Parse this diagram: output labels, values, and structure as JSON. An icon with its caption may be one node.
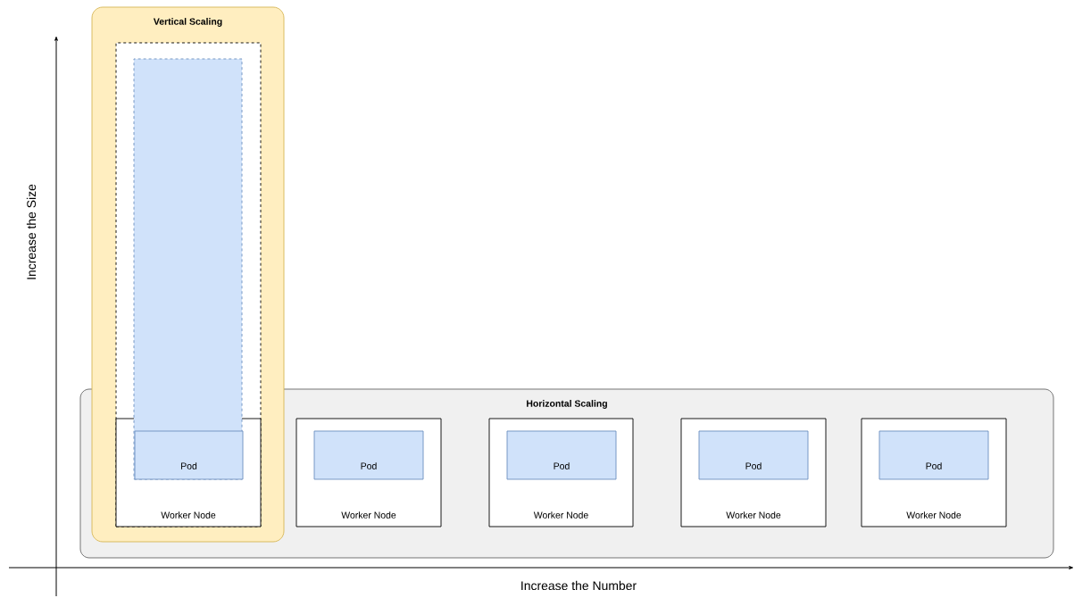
{
  "diagram": {
    "nodes": [
      {
        "text": [
          "Vertical Scaling"
        ]
      },
      {
        "text": [],
        "shape": "box",
        "in": 0
      },
      {
        "text": [],
        "shape": "box",
        "in": 1
      },
      {
        "text": [
          "Horizontal Scaling"
        ]
      },
      {
        "text": [
          "Worker Node"
        ]
      },
      {
        "text": [
          "Pod"
        ]
      },
      {
        "text": [
          "Worker Node"
        ],
        "in": 3
      },
      {
        "text": [
          "Pod"
        ],
        "in": 6
      },
      {
        "text": [
          "Worker Node"
        ],
        "in": 3
      },
      {
        "text": [
          "Pod"
        ],
        "in": 8
      },
      {
        "text": [
          "Worker Node"
        ],
        "in": 3
      },
      {
        "text": [
          "Pod"
        ],
        "in": 10
      },
      {
        "text": [
          "Worker Node"
        ],
        "in": 3
      },
      {
        "text": [
          "Pod"
        ],
        "in": 12
      }
    ],
    "edges": [],
    "labels": [
      "Increase the Size",
      "Increase the Number"
    ]
  }
}
